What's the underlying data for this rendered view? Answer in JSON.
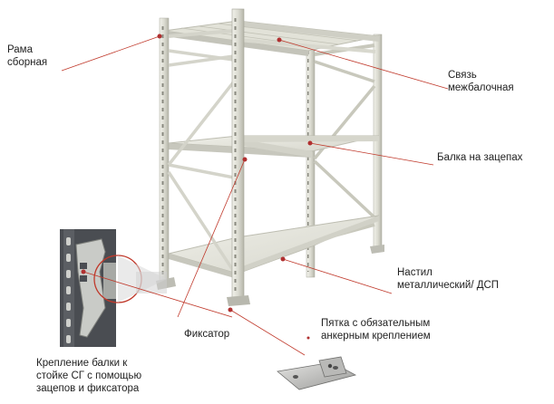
{
  "labels": {
    "frame": [
      "Рама",
      "сборная"
    ],
    "tie": [
      "Связь",
      "межбалочная"
    ],
    "beam": [
      "Балка на зацепах"
    ],
    "deck": [
      "Настил",
      "металлический/ ДСП"
    ],
    "foot": [
      "Пятка с обязательным",
      "анкерным креплением"
    ],
    "latch": [
      "Фиксатор"
    ],
    "mount": [
      "Крепление балки к",
      "стойке  СГ с помощью",
      "зацепов и фиксатора"
    ]
  },
  "colors": {
    "callout_line": "#c0392b",
    "callout_dot": "#b03030",
    "frame_metal": "#dcdcd2",
    "frame_shadow": "#b9b9ad",
    "shelf_top": "#e8e8e0",
    "shelf_side": "#c9c9bf",
    "upright_hole": "#8a8a80",
    "inset_dark": "#4a4d52",
    "inset_metal": "#cfd0cc"
  }
}
